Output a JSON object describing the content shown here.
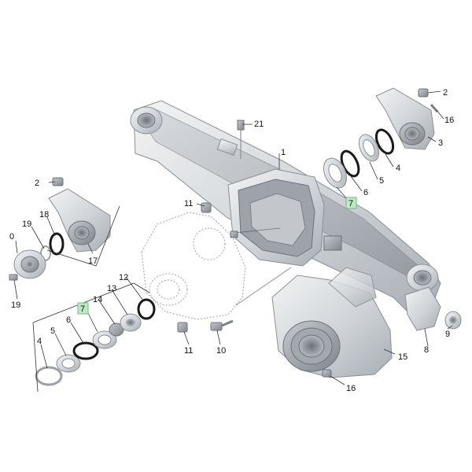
{
  "callouts": [
    {
      "id": "c1",
      "label": "1",
      "highlighted": false
    },
    {
      "id": "c2a",
      "label": "2",
      "highlighted": false
    },
    {
      "id": "c2b",
      "label": "2",
      "highlighted": false
    },
    {
      "id": "c3",
      "label": "3",
      "highlighted": false
    },
    {
      "id": "c4a",
      "label": "4",
      "highlighted": false
    },
    {
      "id": "c4b",
      "label": "4",
      "highlighted": false
    },
    {
      "id": "c5a",
      "label": "5",
      "highlighted": false
    },
    {
      "id": "c5b",
      "label": "5",
      "highlighted": false
    },
    {
      "id": "c6a",
      "label": "6",
      "highlighted": false
    },
    {
      "id": "c6b",
      "label": "6",
      "highlighted": false
    },
    {
      "id": "c7a",
      "label": "7",
      "highlighted": true
    },
    {
      "id": "c7b",
      "label": "7",
      "highlighted": true
    },
    {
      "id": "c8",
      "label": "8",
      "highlighted": false
    },
    {
      "id": "c9",
      "label": "9",
      "highlighted": false
    },
    {
      "id": "c10",
      "label": "10",
      "highlighted": false
    },
    {
      "id": "c11a",
      "label": "11",
      "highlighted": false
    },
    {
      "id": "c11b",
      "label": "11",
      "highlighted": false
    },
    {
      "id": "c12",
      "label": "12",
      "highlighted": false
    },
    {
      "id": "c13",
      "label": "13",
      "highlighted": false
    },
    {
      "id": "c14",
      "label": "14",
      "highlighted": false
    },
    {
      "id": "c15",
      "label": "15",
      "highlighted": false
    },
    {
      "id": "c16a",
      "label": "16",
      "highlighted": false
    },
    {
      "id": "c16b",
      "label": "16",
      "highlighted": false
    },
    {
      "id": "c17",
      "label": "17",
      "highlighted": false
    },
    {
      "id": "c18",
      "label": "18",
      "highlighted": false
    },
    {
      "id": "c19a",
      "label": "19",
      "highlighted": false
    },
    {
      "id": "c19b",
      "label": "19",
      "highlighted": false
    },
    {
      "id": "c0",
      "label": "0",
      "highlighted": false
    },
    {
      "id": "c21",
      "label": "21",
      "highlighted": false
    }
  ],
  "colors": {
    "highlight_fill": "#bfe8c4",
    "highlight_stroke": "#6cbf78",
    "metal": "#d9dcdf",
    "seal": "#1a1a1a"
  }
}
